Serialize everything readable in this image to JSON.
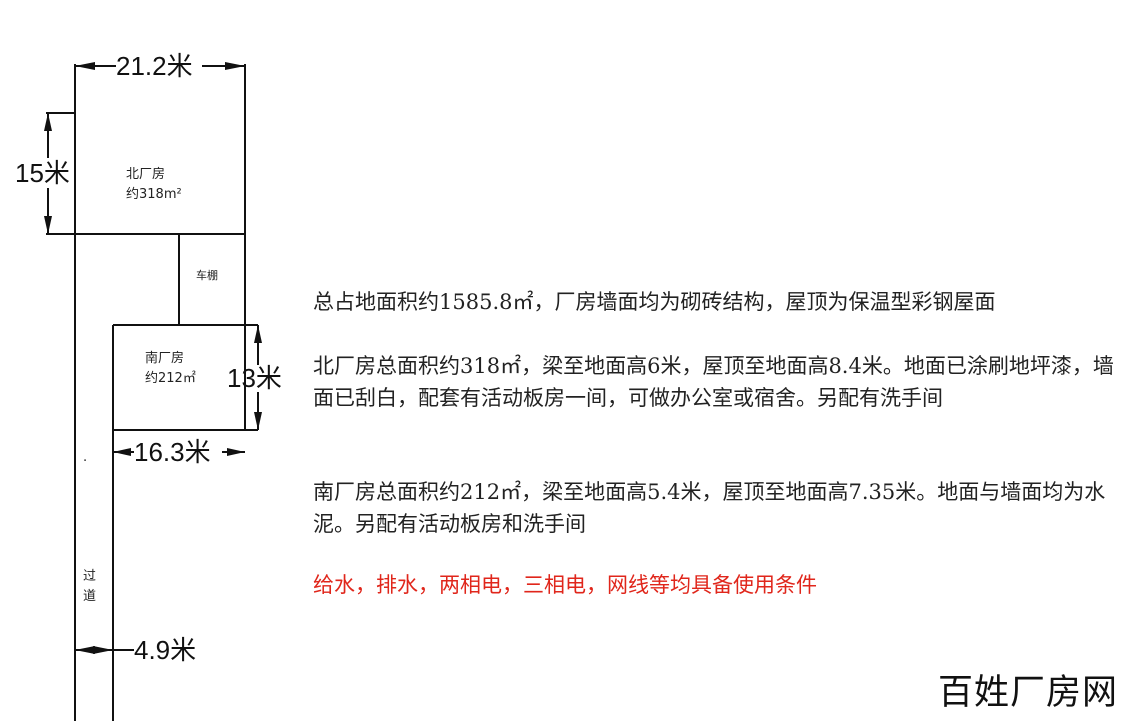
{
  "plan": {
    "north_width_dim": "21.2米",
    "north_depth_dim": "15米",
    "north_name": "北厂房",
    "north_area": "约318m²",
    "shed_label": "车棚",
    "south_name": "南厂房",
    "south_area": "约212㎡",
    "south_depth_dim": "13米",
    "south_width_dim": "16.3米",
    "dot": ".",
    "aisle_char1": "过",
    "aisle_char2": "道",
    "aisle_width_dim": "4.9米"
  },
  "description": {
    "p1": "总占地面积约1585.8㎡，厂房墙面均为砌砖结构，屋顶为保温型彩钢屋面",
    "p2": "北厂房总面积约318㎡，梁至地面高6米，屋顶至地面高8.4米。地面已涂刷地坪漆，墙面已刮白，配套有活动板房一间，可做办公室或宿舍。另配有洗手间",
    "p3": "南厂房总面积约212㎡，梁至地面高5.4米，屋顶至地面高7.35米。地面与墙面均为水泥。另配有活动板房和洗手间",
    "p4": "给水，排水，两相电，三相电，网线等均具备使用条件"
  },
  "watermark": "百姓厂房网",
  "colors": {
    "line": "#111111",
    "highlight": "#e0261b"
  }
}
